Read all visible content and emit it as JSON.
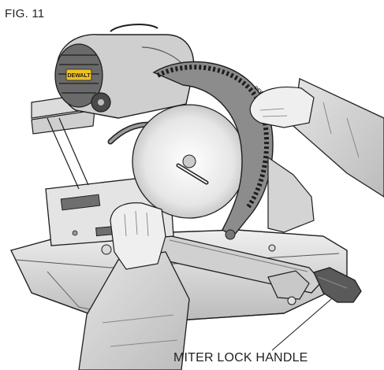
{
  "figure": {
    "label": "FIG. 11"
  },
  "callout": {
    "label": "MITER LOCK HANDLE"
  },
  "motor": {
    "brand_text": "DEWALT"
  },
  "blade_guard": {
    "brand_text": "DEWALT"
  },
  "colors": {
    "outline": "#1e1e1e",
    "metal_light": "#e8e8e8",
    "metal_mid": "#c9c9c9",
    "metal_dark": "#8c8c8c",
    "blade_face": "#f2f2f2",
    "handle_dark": "#5a5a5a",
    "sleeve": "#d6d6d6",
    "hand": "#efefef"
  }
}
